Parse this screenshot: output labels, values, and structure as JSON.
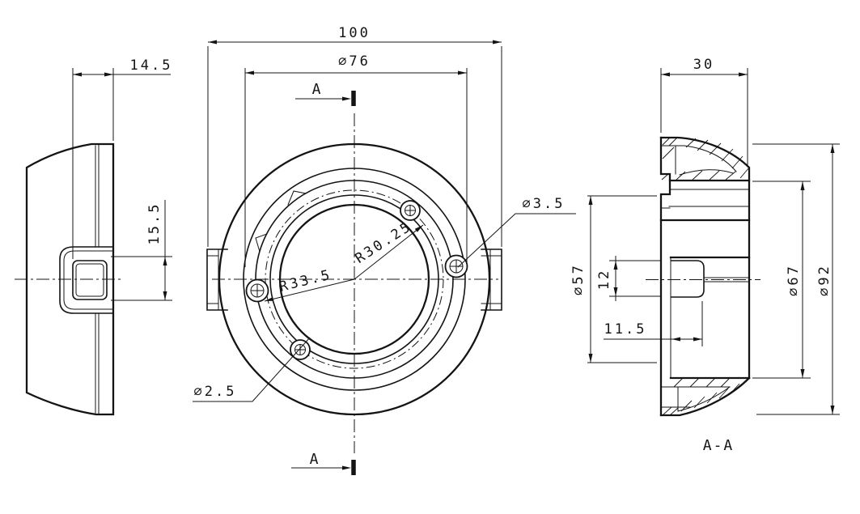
{
  "colors": {
    "background": "#ffffff",
    "line": "#141414"
  },
  "side_view": {
    "dim_face_depth": "14.5",
    "dim_button": "15.5"
  },
  "front_view": {
    "dim_width": "100",
    "dim_flange": "⌀76",
    "label_screw_large": "⌀3.5",
    "label_screw_small": "⌀2.5",
    "label_radius_outer": "R33.5",
    "label_radius_pitch": "R30.25",
    "marker_top": "A",
    "marker_bottom": "A"
  },
  "section_view": {
    "label": "A-A",
    "dim_depth": "30",
    "dim_bore": "⌀57",
    "dim_button_height": "12",
    "dim_button_depth": "11.5",
    "dim_mid": "⌀67",
    "dim_outer": "⌀92"
  }
}
